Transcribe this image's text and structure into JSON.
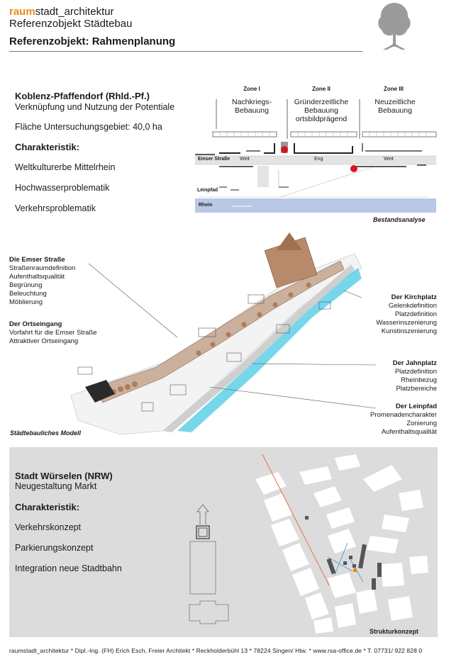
{
  "header": {
    "brand_highlight": "raum",
    "brand_rest": "stadt_architektur",
    "subtitle": "Referenzobjekt Städtebau",
    "title": "Referenzobjekt: Rahmenplanung",
    "logo_icon": "tree-icon"
  },
  "project1": {
    "title": "Koblenz-Pfaffendorf (Rhld.-Pf.)",
    "subtitle": "Verknüpfung und Nutzung der Potentiale",
    "area": "Fläche Untersuchungsgebiet: 40,0 ha",
    "char_heading": "Charakteristik:",
    "items": [
      "Weltkulturerbe Mittelrhein",
      "Hochwasserproblematik",
      "Verkehrsproblematik"
    ]
  },
  "analysis": {
    "zones": [
      {
        "label": "Zone I",
        "text1": "Nachkriegs-",
        "text2": "Bebauung",
        "text3": ""
      },
      {
        "label": "Zone II",
        "text1": "Gründerzeitliche",
        "text2": "Bebauung",
        "text3": "ortsbildprägend"
      },
      {
        "label": "Zone III",
        "text1": "Neuzeitliche",
        "text2": "Bebauung",
        "text3": ""
      }
    ],
    "street_label": "Emser Straße",
    "street_widths": [
      "Weit",
      "Eng",
      "Weit"
    ],
    "leinpfad_label": "Leinpfad",
    "river_label": "Rhein",
    "caption": "Bestandsanalyse",
    "colors": {
      "river": "#b8c8e6",
      "marker": "#d9141b",
      "street": "#e4e4e4"
    }
  },
  "model": {
    "caption": "Städtebauliches Modell",
    "left": [
      {
        "heading": "Die Emser Straße",
        "lines": [
          "Straßenraumdefinition",
          "Aufenthaltsqualität",
          "Begrünung",
          "Beleuchtung",
          "Möblierung"
        ]
      },
      {
        "heading": "Der Ortseingang",
        "lines": [
          "Vorfahrt für die Emser Straße",
          "Attraktiver Ortseingang"
        ]
      }
    ],
    "right": [
      {
        "heading": "Der Kirchplatz",
        "lines": [
          "Gelenkdefinition",
          "Platzdefinition",
          "Wasserinszenierung",
          "Kunstinszenierung"
        ]
      },
      {
        "heading": "Der Jahnplatz",
        "lines": [
          "Platzdefinition",
          "Rheinbezug",
          "Platzbereiche"
        ]
      },
      {
        "heading": "Der Leinpfad",
        "lines": [
          "Promenadencharakter",
          "Zonierung",
          "Aufenthaltsqualität"
        ]
      }
    ],
    "colors": {
      "water": "#5fd0e6",
      "building": "#b78a6c",
      "ground": "#d9d9d9"
    }
  },
  "project2": {
    "title": "Stadt Würselen (NRW)",
    "subtitle": "Neugestaltung Markt",
    "char_heading": "Charakteristik:",
    "items": [
      "Verkehrskonzept",
      "Parkierungskonzept",
      "Integration neue Stadtbahn"
    ],
    "caption": "Strukturkonzept",
    "colors": {
      "panel": "#dcdcdc",
      "axis": "#e2724a",
      "accent": "#e8891c",
      "lines": "#4a9bd6"
    }
  },
  "footer": {
    "text": "raumstadt_architektur * Dipl.-Ing. (FH) Erich Esch, Freier Architekt * Reckholderbühl 13 * 78224 Singen/ Htw. * www.rsa-office.de * T. 07731/ 922 828 0"
  }
}
